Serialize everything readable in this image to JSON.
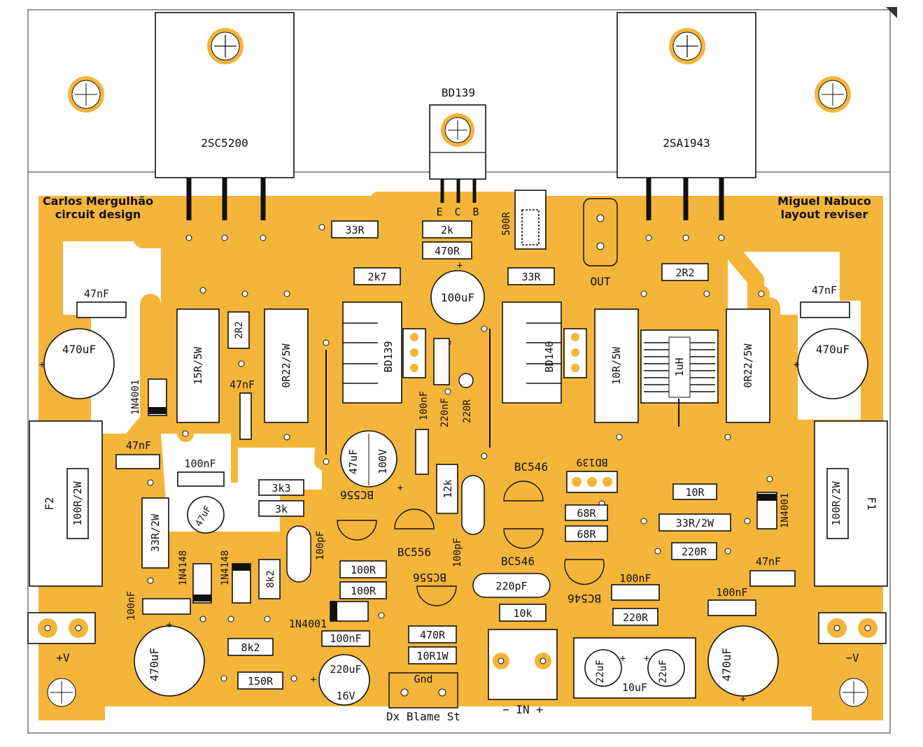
{
  "credits": {
    "left_line1": "Carlos Mergulhão",
    "left_line2": "circuit design",
    "right_line1": "Miguel Nabuco",
    "right_line2": "layout reviser"
  },
  "transistors": {
    "q_npn_power": "2SC5200",
    "q_pnp_power": "2SA1943",
    "q_bias": "BD139",
    "pins": [
      "E",
      "C",
      "B"
    ],
    "driver_npn": "BD139",
    "driver_pnp": "BD140",
    "pre_bd139_rot": "BD139",
    "bc546_a": "BC546",
    "bc546_b": "BC546",
    "bc546_c": "BC546",
    "bc556_a": "BC556",
    "bc556_b": "BC556",
    "bc556_c": "BC556"
  },
  "resistors": {
    "r33_left": "33R",
    "r2k": "2k",
    "r470_top": "470R",
    "r2k7": "2k7",
    "r33_right": "33R",
    "trim500": "500R",
    "r2r2_top": "2R2",
    "r15_5w": "15R/5W",
    "r2r2_side": "2R2",
    "r0r22_left": "0R22/5W",
    "r10_5w": "10R/5W",
    "r0r22_right": "0R22/5W",
    "r220_vert": "220R",
    "r3k3": "3k3",
    "r3k": "3k",
    "r12k": "12k",
    "r10r": "10R",
    "r68a": "68R",
    "r68b": "68R",
    "r33_2w": "33R/2W",
    "r220_right": "220R",
    "r100a": "100R",
    "r100b": "100R",
    "r33_2w_left": "33R/2W",
    "r8k2_vert": "8k2",
    "r8k2": "8k2",
    "r150": "150R",
    "r470_bot": "470R",
    "r10r1w": "10R1W",
    "r10k": "10k",
    "r220_bot": "220R",
    "f_left_res": "100R/2W",
    "f_right_res": "100R/2W"
  },
  "capacitors": {
    "c100uf": "100uF",
    "c47nf_l": "47nF",
    "c47nf_r": "47nF",
    "c470_l": "470uF",
    "c470_r": "470uF",
    "c47nf_mid": "47nF",
    "c100nf_v": "100nF",
    "c220nf_v": "220nF",
    "c47nf_l2": "47nF",
    "c100nf_l": "100nF",
    "c47u100v_a": "47uF",
    "c47u100v_b": "100V",
    "c47uf_small": "47uF",
    "c100pf_l": "100pF",
    "c100pf_m": "100pF",
    "c220pf": "220pF",
    "c47nf_r2": "47nF",
    "c100nf_r": "100nF",
    "c100nf_r2": "100nF",
    "c100nf_lb": "100nF",
    "c470_lb": "470uF",
    "c470_rb": "470uF",
    "c100nf_b": "100nF",
    "c220uf_a": "220uF",
    "c220uf_b": "16V",
    "c22uf_a": "22uF",
    "c22uf_b": "22uF",
    "c10uf": "10uF"
  },
  "diodes": {
    "d1n4001_l": "1N4001",
    "d1n4001_r": "1N4001",
    "d1n4148_a": "1N4148",
    "d1n4148_b": "1N4148",
    "d1n4001_b": "1N4001"
  },
  "misc": {
    "out": "OUT",
    "inductor": "1uH",
    "fuse_l": "F2",
    "fuse_r": "F1",
    "vplus": "+V",
    "vminus": "−V",
    "gnd": "Gnd",
    "input": "− IN +",
    "signature": "Dx Blame St",
    "plus": "+",
    "minus": "−"
  }
}
